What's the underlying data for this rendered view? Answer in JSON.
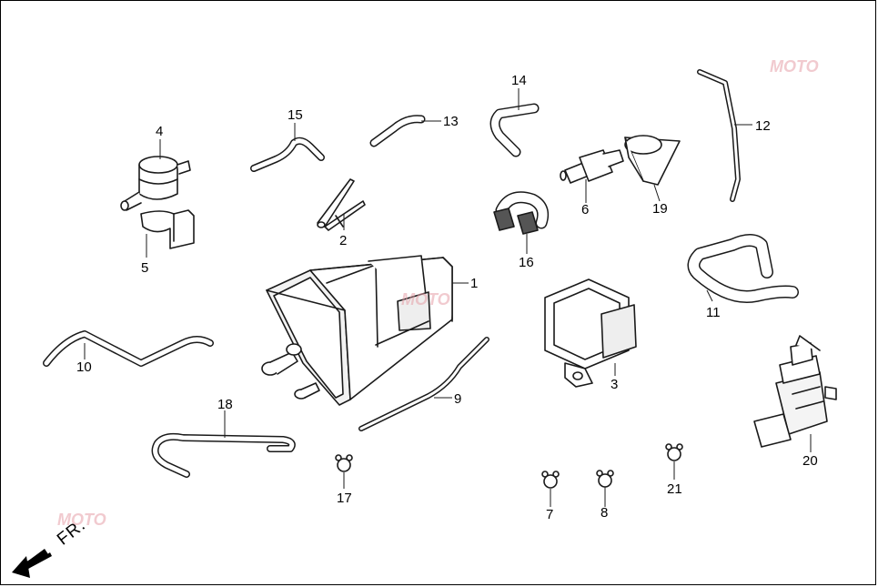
{
  "diagram": {
    "callouts": [
      {
        "id": "1",
        "label": "1"
      },
      {
        "id": "2",
        "label": "2"
      },
      {
        "id": "3",
        "label": "3"
      },
      {
        "id": "4",
        "label": "4"
      },
      {
        "id": "5",
        "label": "5"
      },
      {
        "id": "6",
        "label": "6"
      },
      {
        "id": "7",
        "label": "7"
      },
      {
        "id": "8",
        "label": "8"
      },
      {
        "id": "9",
        "label": "9"
      },
      {
        "id": "10",
        "label": "10"
      },
      {
        "id": "11",
        "label": "11"
      },
      {
        "id": "12",
        "label": "12"
      },
      {
        "id": "13",
        "label": "13"
      },
      {
        "id": "14",
        "label": "14"
      },
      {
        "id": "15",
        "label": "15"
      },
      {
        "id": "16",
        "label": "16"
      },
      {
        "id": "17",
        "label": "17"
      },
      {
        "id": "18",
        "label": "18"
      },
      {
        "id": "19",
        "label": "19"
      },
      {
        "id": "20",
        "label": "20"
      },
      {
        "id": "21",
        "label": "21"
      }
    ],
    "direction_label": "FR.",
    "watermark": "MOTO",
    "colors": {
      "line": "#1a1a1a",
      "fill": "#ffffff",
      "shade": "#9a9a9a",
      "watermark": "#e6a0a8"
    }
  }
}
